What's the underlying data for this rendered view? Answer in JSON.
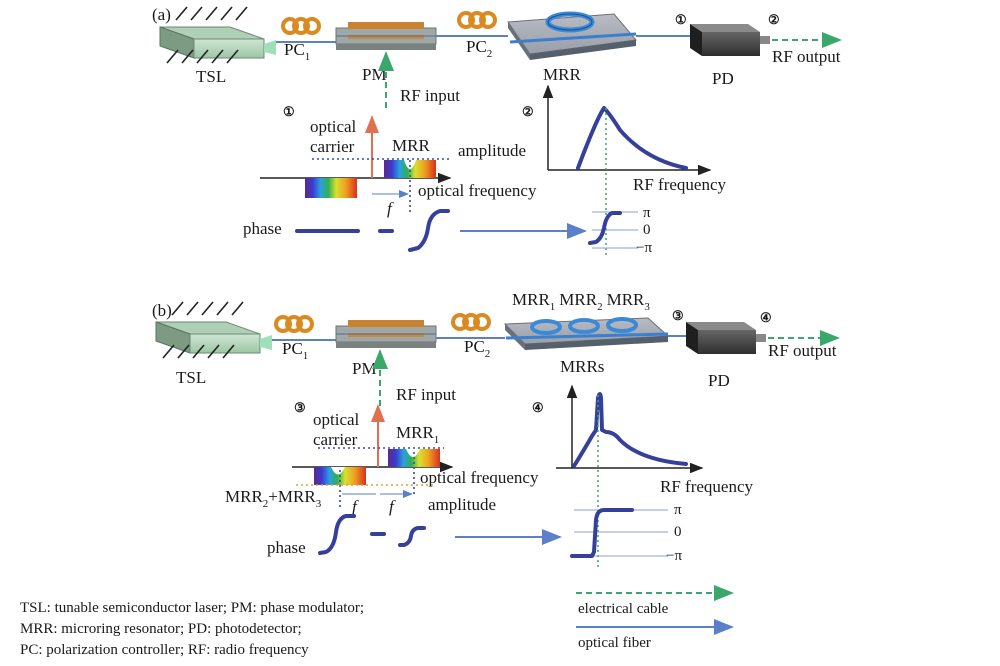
{
  "panel_a": {
    "tag": "(a)",
    "tsl": "TSL",
    "pc1": "PC",
    "pc1_sub": "1",
    "pm": "PM",
    "pc2": "PC",
    "pc2_sub": "2",
    "mrr": "MRR",
    "pd": "PD",
    "rf_output": "RF output",
    "rf_input": "RF input",
    "marker1": "①",
    "marker2": "②",
    "optical_carrier_1": "optical",
    "optical_carrier_2": "carrier",
    "mrr_label": "MRR",
    "amplitude": "amplitude",
    "optical_frequency": "optical frequency",
    "f_label": "f",
    "rf_frequency": "RF frequency",
    "phase": "phase",
    "pi": "π",
    "zero": "0",
    "minus_pi": "−π"
  },
  "panel_b": {
    "tag": "(b)",
    "tsl": "TSL",
    "pc1": "PC",
    "pc1_sub": "1",
    "pm": "PM",
    "pc2": "PC",
    "pc2_sub": "2",
    "mrrs_top_1": "MRR",
    "mrrs_top_1_sub": "1",
    "mrrs_top_2": "MRR",
    "mrrs_top_2_sub": "2",
    "mrrs_top_3": "MRR",
    "mrrs_top_3_sub": "3",
    "mrrs": "MRRs",
    "pd": "PD",
    "rf_output": "RF output",
    "rf_input": "RF input",
    "marker3": "③",
    "marker4": "④",
    "optical_carrier_1": "optical",
    "optical_carrier_2": "carrier",
    "mrr1": "MRR",
    "mrr1_sub": "1",
    "mrr23_a": "MRR",
    "mrr23_a_sub": "2",
    "mrr23_plus": "+MRR",
    "mrr23_b_sub": "3",
    "optical_frequency": "optical frequency",
    "amplitude": "amplitude",
    "f_label": "f",
    "rf_frequency": "RF frequency",
    "phase": "phase",
    "pi": "π",
    "zero": "0",
    "minus_pi": "−π"
  },
  "legend": {
    "line1": "TSL: tunable semiconductor laser; PM: phase modulator;",
    "line2": "MRR: microring resonator; PD: photodetector;",
    "line3": "PC: polarization controller; RF: radio frequency",
    "electrical_cable": "electrical cable",
    "optical_fiber": "optical fiber"
  },
  "colors": {
    "optical_fiber": "#5b7fc9",
    "electrical_cable": "#3aa86b",
    "curve": "#35409a",
    "carrier": "#e07050"
  }
}
